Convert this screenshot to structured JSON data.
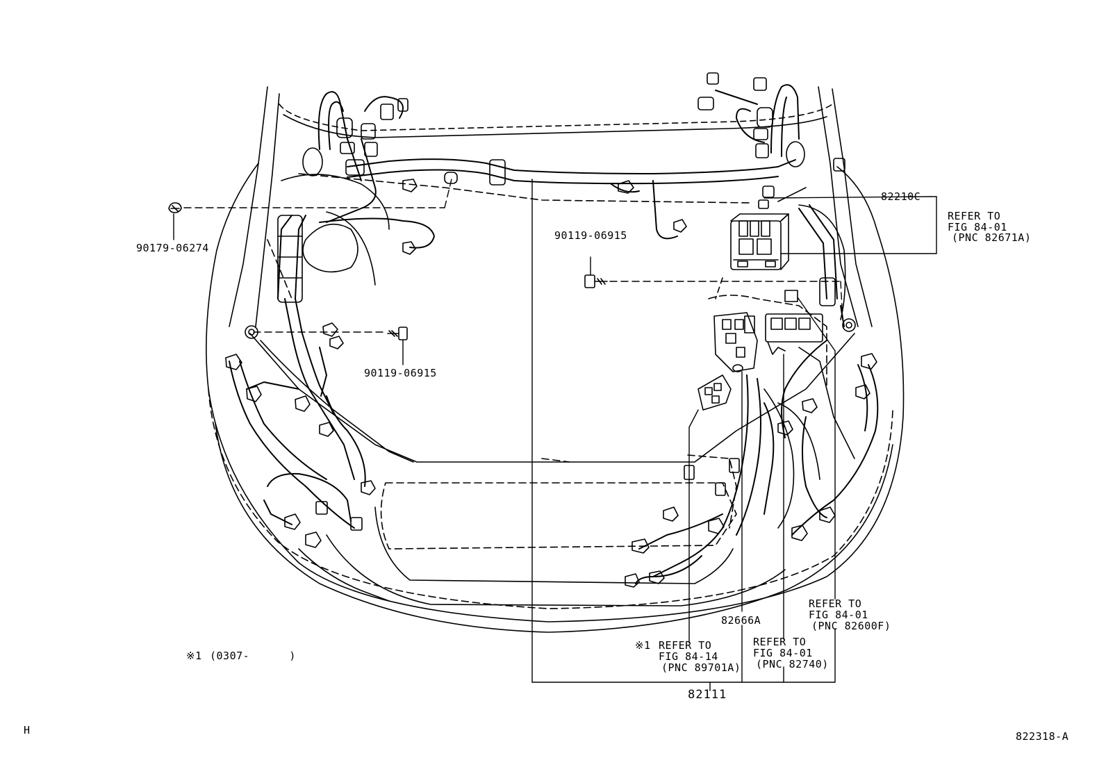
{
  "parts": {
    "clip_90179": "90179-06274",
    "bolt_left": "90119-06915",
    "bolt_right": "90119-06915",
    "relay_block": "82210C",
    "connector_82666A": "82666A",
    "harness_82111": "82111"
  },
  "refer_notes": {
    "relay_refer": [
      "REFER TO",
      "FIG 84-01",
      "(PNC 82671A)"
    ],
    "fuse_refer": [
      "REFER TO",
      "FIG 84-01",
      "(PNC 82600F)"
    ],
    "note1_refer_mark": "※1",
    "note1_refer": [
      "REFER TO",
      "FIG 84-14",
      "(PNC 89701A)"
    ],
    "relay2_refer": [
      "REFER TO",
      "FIG 84-01",
      "(PNC 82740)"
    ]
  },
  "footnote": {
    "mark": "※1",
    "range": "(0307-      )"
  },
  "corner_letter": "H",
  "figure_id": "822318-A"
}
